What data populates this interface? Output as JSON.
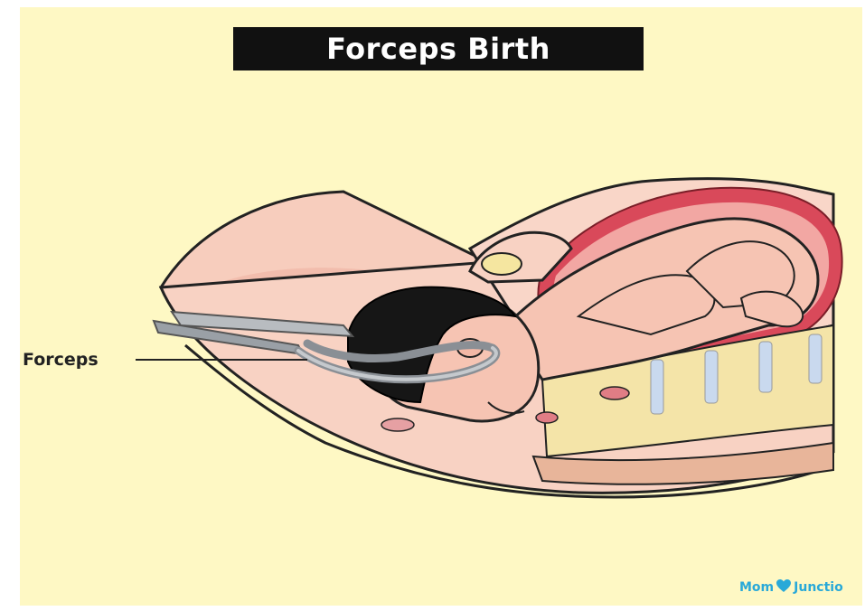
{
  "title": "Forceps Birth",
  "labels": {
    "forceps": "Forceps"
  },
  "logo": {
    "text_left": "Mom",
    "text_right": "Junctio"
  },
  "colors": {
    "background": "#fef8c4",
    "title_bar": "#111111",
    "title_text": "#ffffff",
    "skin": "#f6c4b3",
    "uterus": "#d9495a",
    "spine": "#f4e4a8",
    "forceps": "#9aa0a6",
    "logo": "#29a9d8"
  },
  "icons": {
    "logo_mark": "heart-icon"
  }
}
